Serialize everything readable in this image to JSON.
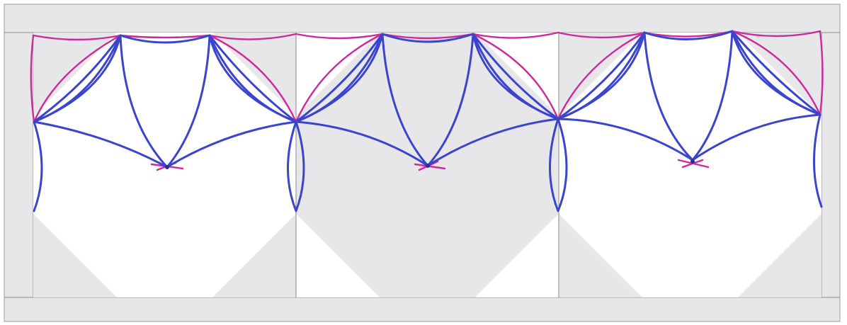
{
  "image": {
    "kind": "quilting-motif-sketch"
  },
  "colors": {
    "paper": "#ffffff",
    "fabric_gray": "#e7e7ea",
    "seam": "#7f7f85",
    "stitch_blue": "#3a44cc",
    "stitch_magenta": "#cc2a9a"
  },
  "blocks": [
    {
      "id": "block-1",
      "fill": "#ffffff"
    },
    {
      "id": "block-2",
      "fill": "#e7e7ea"
    },
    {
      "id": "block-3",
      "fill": "#ffffff"
    }
  ]
}
